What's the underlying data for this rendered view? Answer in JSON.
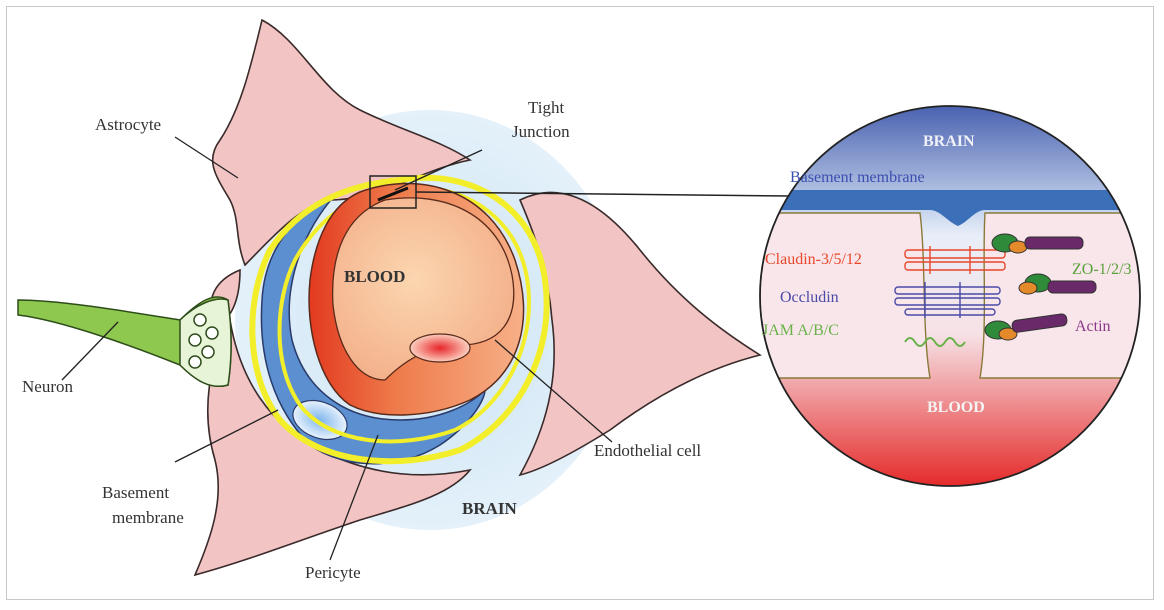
{
  "labels": {
    "astrocyte": "Astrocyte",
    "tight_junction_1": "Tight",
    "tight_junction_2": "Junction",
    "blood": "BLOOD",
    "neuron": "Neuron",
    "endothelial": "Endothelial cell",
    "basement_1": "Basement",
    "basement_2": "membrane",
    "pericyte": "Pericyte",
    "brain": "BRAIN"
  },
  "inset": {
    "brain": "BRAIN",
    "basement_membrane": "Basement membrane",
    "claudin": "Claudin-3/5/12",
    "occludin": "Occludin",
    "jam": "JAM A/B/C",
    "zo": "ZO-1/2/3",
    "actin": "Actin",
    "blood": "BLOOD"
  },
  "colors": {
    "astrocyte": "#f2c4c4",
    "halo": "#d6e9f5",
    "yellow_membrane": "#f3ee2a",
    "pericyte": "#5b8fd0",
    "endothelial": "#e8603a",
    "claudin": "#e8472a",
    "occludin": "#4a4aa8",
    "jam": "#6ab24a",
    "zo": "#5aa03a",
    "actin": "#8a3a8a",
    "basement_inset": "#3b6fb8"
  }
}
